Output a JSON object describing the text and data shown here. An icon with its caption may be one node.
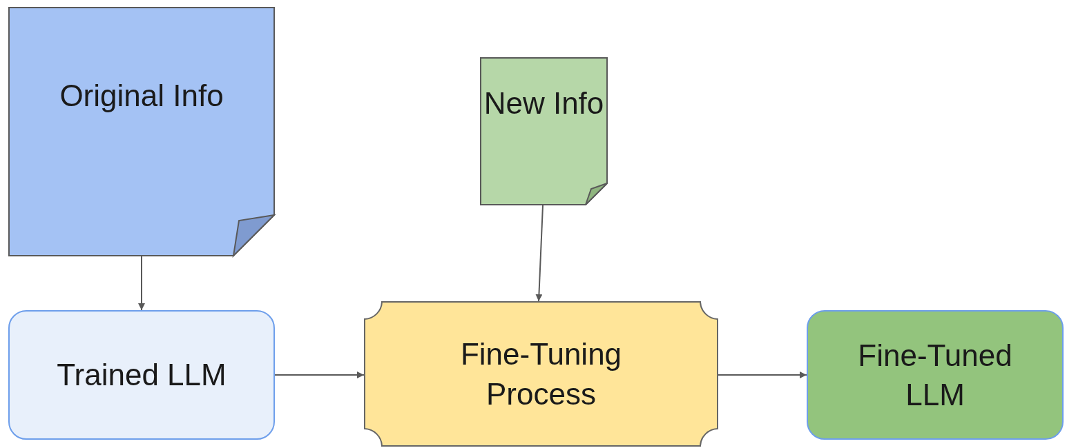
{
  "diagram": {
    "nodes": [
      {
        "text": [
          "Original Info"
        ]
      },
      {
        "text": [
          "New Info"
        ]
      },
      {
        "text": [
          "Trained LLM"
        ]
      },
      {
        "text": [
          "Fine-Tuning Process"
        ]
      },
      {
        "text": [
          "Fine-Tuned LLM"
        ]
      }
    ],
    "edges": [
      {
        "from": 0,
        "to": 2,
        "arrow": "to"
      },
      {
        "from": 1,
        "to": 3,
        "arrow": "to"
      },
      {
        "from": 2,
        "to": 3,
        "arrow": "to"
      },
      {
        "from": 3,
        "to": 4,
        "arrow": "to"
      }
    ]
  }
}
